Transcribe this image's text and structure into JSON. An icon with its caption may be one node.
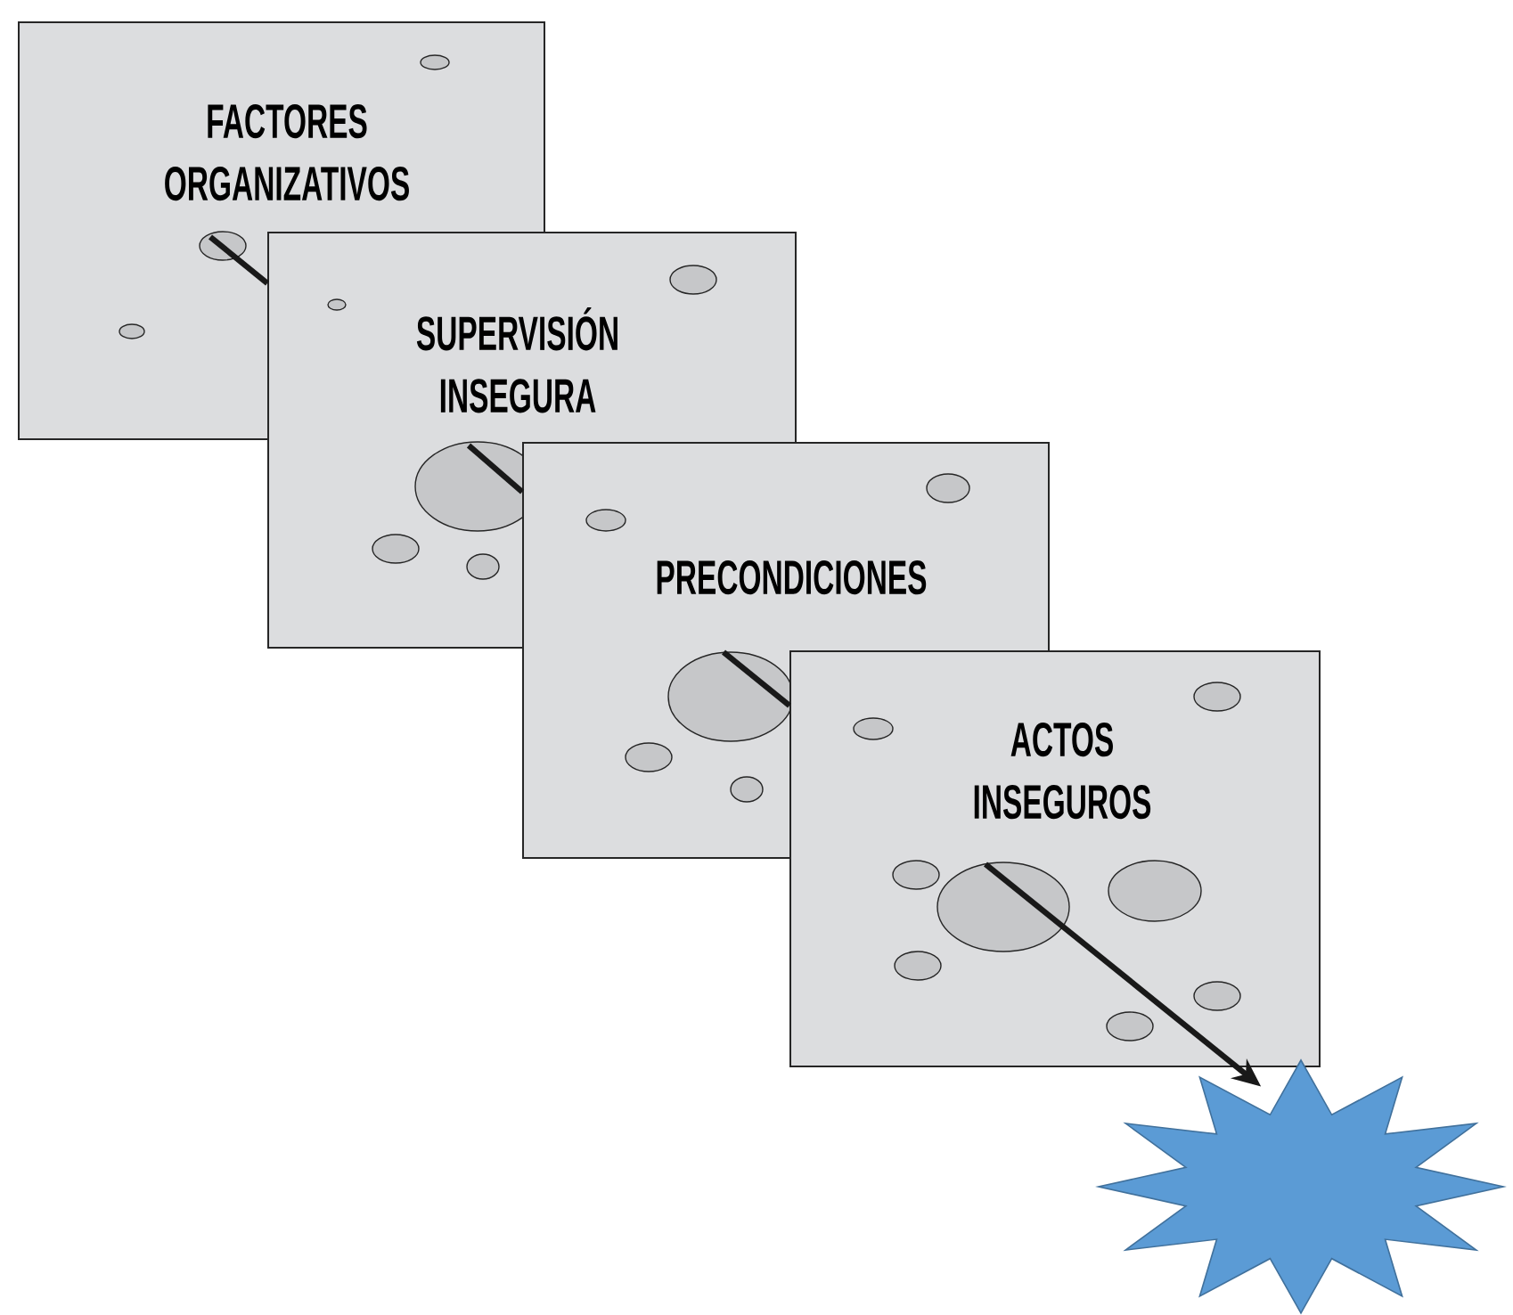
{
  "diagram": {
    "nodes": [
      {
        "text": [
          "FACTORES ORGANIZATIVOS"
        ]
      },
      {
        "text": [
          "SUPERVISIÓN INSEGURA"
        ]
      },
      {
        "text": [
          "PRECONDICIONES"
        ]
      },
      {
        "text": [
          "ACTOS INSEGUROS"
        ]
      },
      {
        "text": [],
        "shape": "star"
      }
    ],
    "edges": [
      {
        "from": 0,
        "to": 1,
        "arrow": "none"
      },
      {
        "from": 1,
        "to": 2,
        "arrow": "none"
      },
      {
        "from": 2,
        "to": 3,
        "arrow": "none"
      },
      {
        "from": 3,
        "to": 4,
        "arrow": "to"
      }
    ]
  }
}
